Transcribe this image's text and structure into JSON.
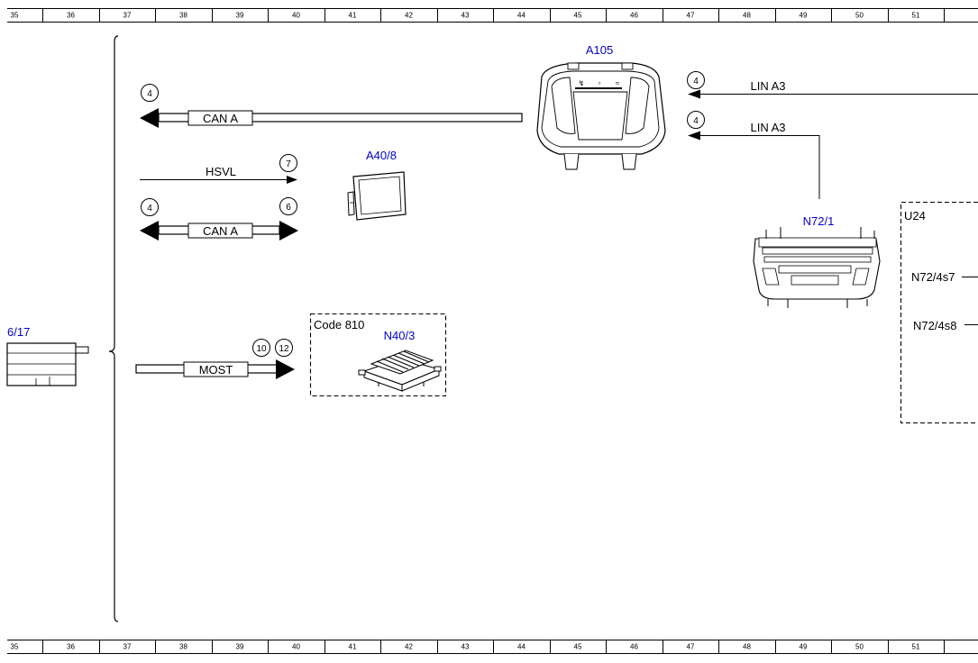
{
  "ruler": {
    "numbers": [
      "35",
      "36",
      "37",
      "38",
      "39",
      "40",
      "41",
      "42",
      "43",
      "44",
      "45",
      "46",
      "47",
      "48",
      "49",
      "50",
      "51"
    ]
  },
  "components": {
    "a105": "A105",
    "a40_8": "A40/8",
    "n72_1": "N72/1",
    "n40_3": "N40/3",
    "left_partial": "6/17",
    "u24": "U24"
  },
  "signals": {
    "can_a_top": "CAN A",
    "hsvl": "HSVL",
    "can_a_mid": "CAN A",
    "most": "MOST",
    "lin_a3_top": "LIN A3",
    "lin_a3_bottom": "LIN A3"
  },
  "circles": {
    "can_top_left": "4",
    "hsvl_right": "7",
    "can_mid_left": "4",
    "can_mid_right": "6",
    "most_a": "10",
    "most_b": "12",
    "lin_top": "4",
    "lin_bottom": "4"
  },
  "code_box": {
    "label": "Code 810"
  },
  "u24_items": [
    "N72/4s7",
    "N72/4s8"
  ]
}
